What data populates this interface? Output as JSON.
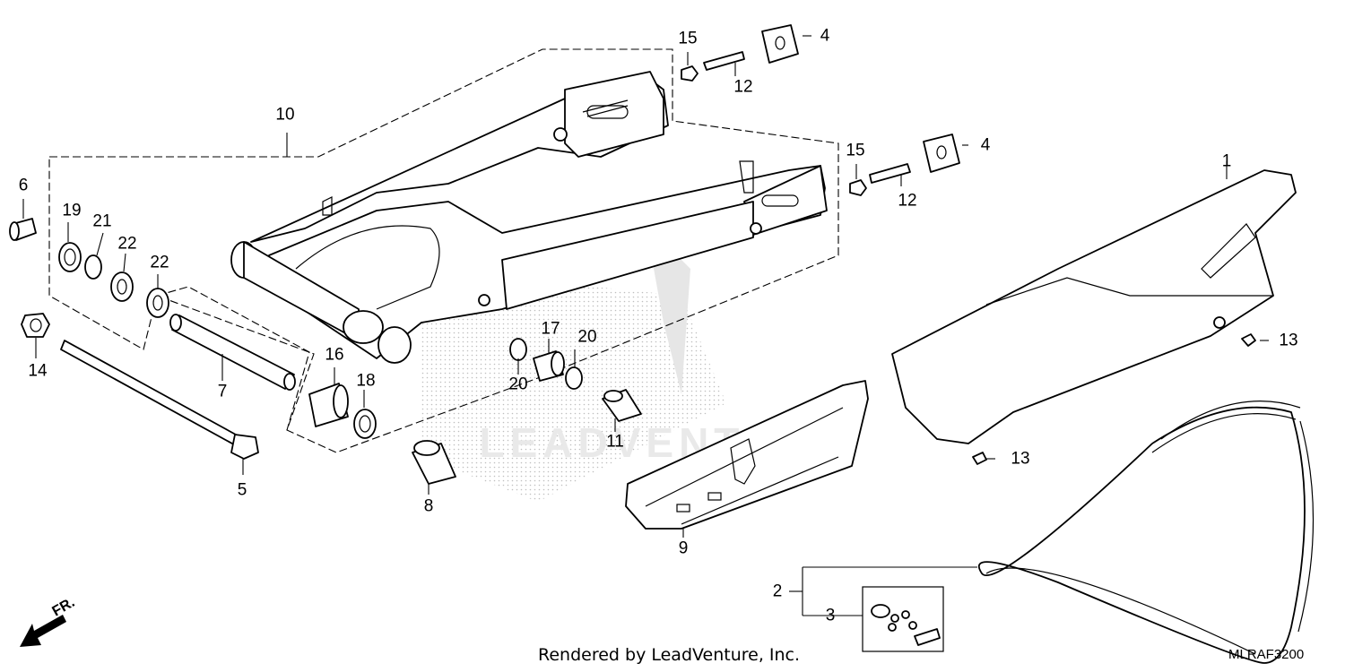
{
  "watermark": "LEADVENTURE",
  "footer": {
    "rendered_by": "Rendered by LeadVenture, Inc.",
    "diagram_code": "MLRAF3200"
  },
  "direction_marker": {
    "label": "FR.",
    "icon": "front-direction-arrow-icon"
  },
  "callouts": [
    "1",
    "2",
    "3",
    "4",
    "4",
    "5",
    "6",
    "7",
    "8",
    "9",
    "10",
    "11",
    "12",
    "12",
    "13",
    "13",
    "14",
    "15",
    "15",
    "16",
    "17",
    "18",
    "19",
    "20",
    "20",
    "21",
    "22",
    "22"
  ]
}
